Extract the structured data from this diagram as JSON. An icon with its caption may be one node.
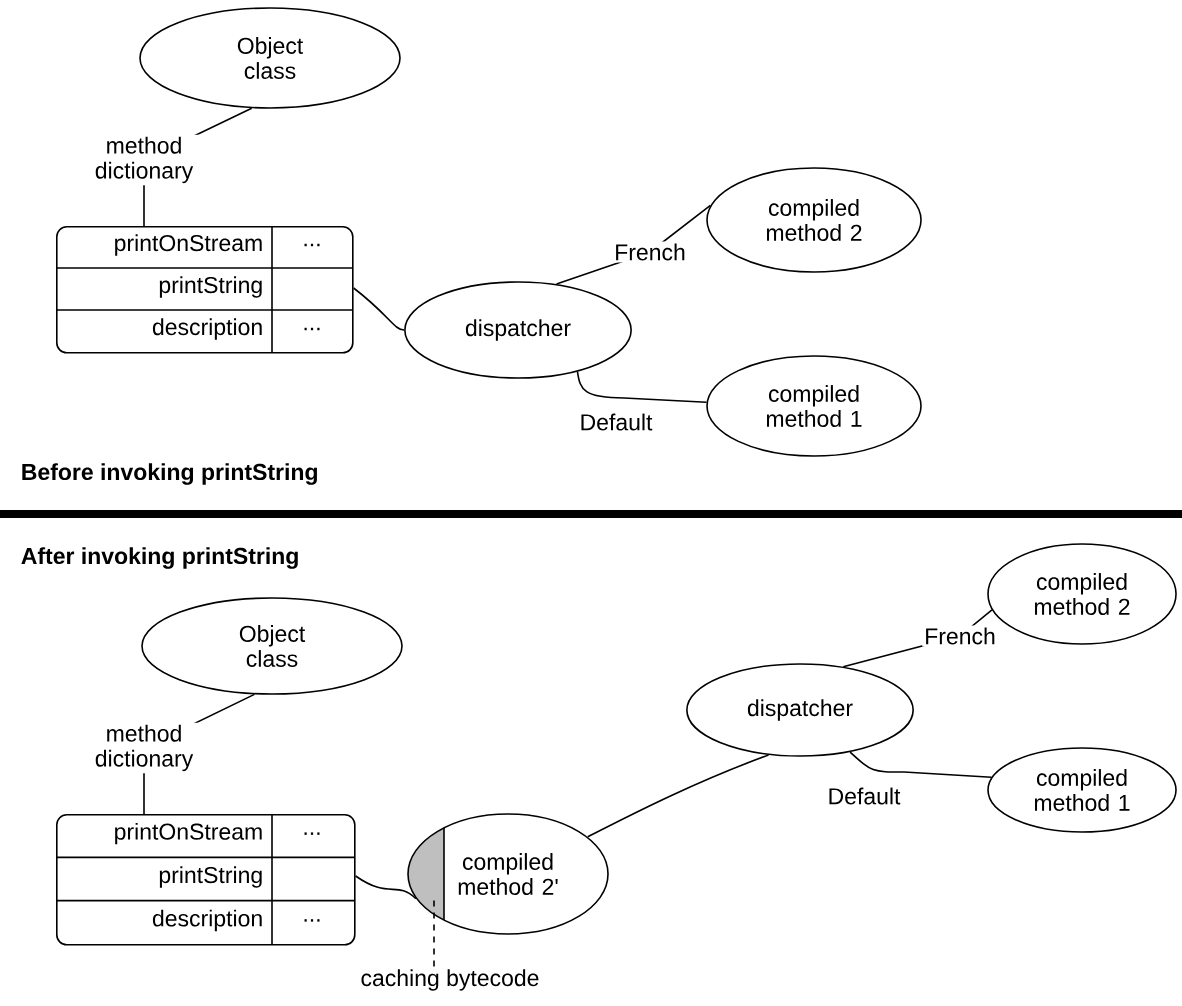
{
  "diagram": {
    "nodes": [
      {
        "text": [
          "Object class"
        ]
      },
      {
        "text": [
          "printOnStream",
          "...",
          "printString",
          "description",
          "..."
        ]
      },
      {
        "text": [
          "dispatcher"
        ]
      },
      {
        "text": [
          "compiled method 2"
        ]
      },
      {
        "text": [
          "compiled method 1"
        ]
      },
      {
        "text": [
          "Object class"
        ]
      },
      {
        "text": [
          "printOnStream",
          "...",
          "printString",
          "description",
          "..."
        ]
      },
      {
        "text": [
          "compiled method 2'"
        ]
      },
      {
        "text": [
          "dispatcher"
        ]
      },
      {
        "text": [
          "compiled method 2"
        ]
      },
      {
        "text": [
          "compiled method 1"
        ]
      },
      {
        "text": [
          "caching bytecode"
        ]
      }
    ],
    "edges": [
      {
        "from": 0,
        "to": 1,
        "arrow": "none",
        "label": "method dictionary"
      },
      {
        "from": 1,
        "to": 2,
        "arrow": "none"
      },
      {
        "from": 2,
        "to": 3,
        "arrow": "none",
        "label": "French"
      },
      {
        "from": 2,
        "to": 4,
        "arrow": "none",
        "label": "Default"
      },
      {
        "from": 5,
        "to": 6,
        "arrow": "none",
        "label": "method dictionary"
      },
      {
        "from": 6,
        "to": 7,
        "arrow": "none"
      },
      {
        "from": 7,
        "to": 8,
        "arrow": "none"
      },
      {
        "from": 8,
        "to": 9,
        "arrow": "none",
        "label": "French"
      },
      {
        "from": 8,
        "to": 10,
        "arrow": "none",
        "label": "Default"
      },
      {
        "from": 11,
        "to": 7,
        "arrow": "none",
        "style": "dashed"
      }
    ],
    "labels": [
      "Before invoking printString",
      "After invoking printString"
    ]
  }
}
